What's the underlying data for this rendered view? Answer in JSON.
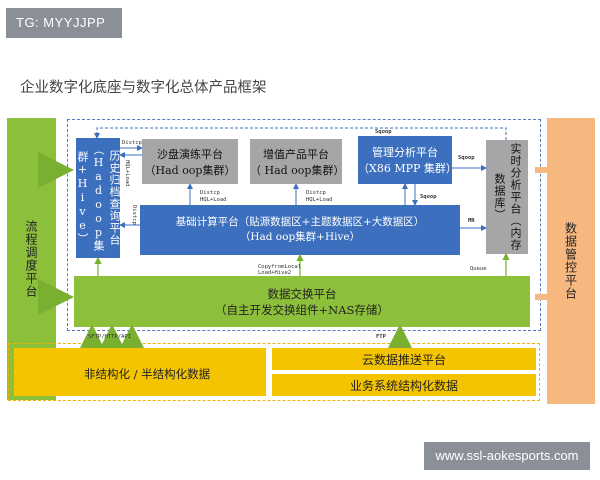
{
  "watermark_tag": "TG: MYYJJPP",
  "title": "企业数字化底座与数字化总体产品框架",
  "left_panel": "流程调度平台",
  "right_panel": "数据管控平台",
  "history_platform": "历史归档查询平台（Hadoop集群+Hive）",
  "sandbox_platform": "沙盘演练平台\n（Had oop集群）",
  "value_added_platform": "增值产品平台\n（ Had oop集群）",
  "mgmt_analysis_platform": "管理分析平台\n（X86 MPP 集群）",
  "realtime_platform": "实时分析平台（内存数据库）",
  "basic_compute": "基础计算平台（贴源数据区+主题数据区+大数据区）\n（Had oop集群+Hive）",
  "data_exchange": "数据交换平台\n（自主开发交换组件+NAS存储）",
  "unstructured": "非结构化 / 半结构化数据",
  "cloud_push": "云数据推送平台",
  "business_structured": "业务系统结构化数据",
  "labels": {
    "distcp1": "Distcp",
    "hql_load1": "HQL+Load",
    "distcp2": "Distcp",
    "hql_load2": "HQL+Load",
    "distcp3": "Distcp",
    "hql_load3": "HQL+Load",
    "distcp4": "Distcp",
    "hql_load_v": "HQL+Load",
    "sqoop_top": "Sqoop",
    "sqoop_mid": "Sqoop",
    "sqoop_low": "Sqoop",
    "mr": "MR",
    "copy_load": "CopyfromLocal\nLoad+Hive2",
    "queue": "Queue",
    "sftp": "SFTP/HTTP/API",
    "ftp": "FTP"
  },
  "site_watermark": "www.ssl-aokesports.com",
  "colors": {
    "green": "#8cbf3a",
    "orange": "#f6b87f",
    "blue": "#3c6fbe",
    "gray": "#a6a6a6",
    "yellow": "#f5c400"
  }
}
